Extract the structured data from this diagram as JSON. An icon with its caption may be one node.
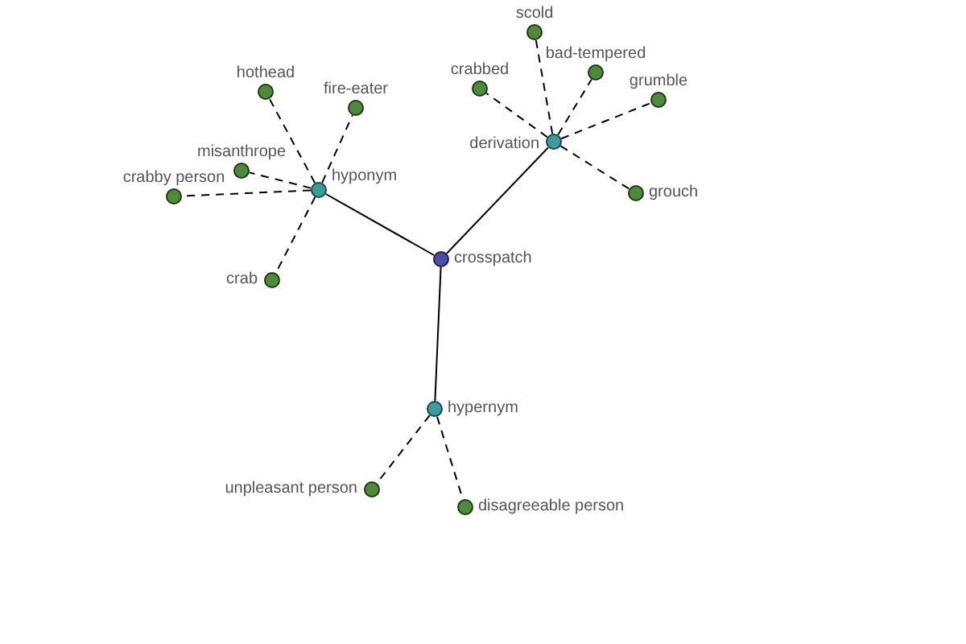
{
  "diagram": {
    "nodes": [
      {
        "text": [
          "crosspatch"
        ]
      },
      {
        "text": [
          "hyponym"
        ]
      },
      {
        "text": [
          "hothead"
        ]
      },
      {
        "text": [
          "fire-eater"
        ]
      },
      {
        "text": [
          "misanthrope"
        ]
      },
      {
        "text": [
          "crabby person"
        ]
      },
      {
        "text": [
          "crab"
        ]
      },
      {
        "text": [
          "derivation"
        ]
      },
      {
        "text": [
          "scold"
        ]
      },
      {
        "text": [
          "bad-tempered"
        ]
      },
      {
        "text": [
          "crabbed"
        ]
      },
      {
        "text": [
          "grumble"
        ]
      },
      {
        "text": [
          "grouch"
        ]
      },
      {
        "text": [
          "hypernym"
        ]
      },
      {
        "text": [
          "unpleasant person"
        ]
      },
      {
        "text": [
          "disagreeable person"
        ]
      }
    ],
    "edges": [
      {
        "from": 0,
        "to": 1,
        "arrow": "none"
      },
      {
        "from": 0,
        "to": 7,
        "arrow": "none"
      },
      {
        "from": 0,
        "to": 13,
        "arrow": "none"
      },
      {
        "from": 1,
        "to": 2,
        "arrow": "none",
        "style": "dashed"
      },
      {
        "from": 1,
        "to": 3,
        "arrow": "none",
        "style": "dashed"
      },
      {
        "from": 1,
        "to": 4,
        "arrow": "none",
        "style": "dashed"
      },
      {
        "from": 1,
        "to": 5,
        "arrow": "none",
        "style": "dashed"
      },
      {
        "from": 1,
        "to": 6,
        "arrow": "none",
        "style": "dashed"
      },
      {
        "from": 7,
        "to": 8,
        "arrow": "none",
        "style": "dashed"
      },
      {
        "from": 7,
        "to": 9,
        "arrow": "none",
        "style": "dashed"
      },
      {
        "from": 7,
        "to": 10,
        "arrow": "none",
        "style": "dashed"
      },
      {
        "from": 7,
        "to": 11,
        "arrow": "none",
        "style": "dashed"
      },
      {
        "from": 7,
        "to": 12,
        "arrow": "none",
        "style": "dashed"
      },
      {
        "from": 13,
        "to": 14,
        "arrow": "none",
        "style": "dashed"
      },
      {
        "from": 13,
        "to": 15,
        "arrow": "none",
        "style": "dashed"
      }
    ]
  }
}
